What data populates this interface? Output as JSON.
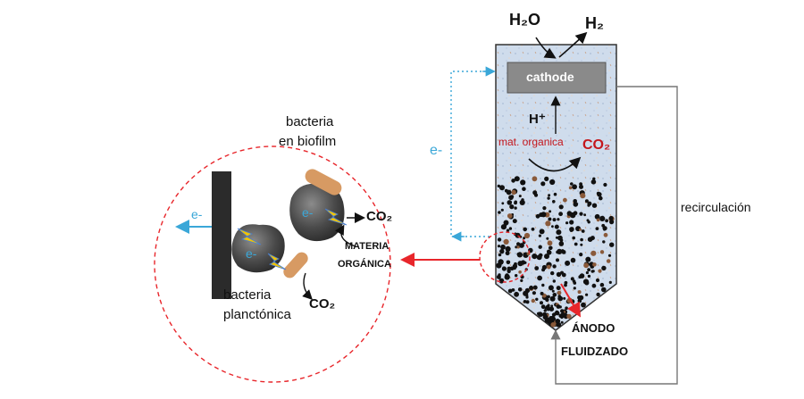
{
  "reactor": {
    "h2o": "H₂O",
    "h2": "H₂",
    "cathode_label": "cathode",
    "h_plus": "H⁺",
    "organic_matter": "mat. organica",
    "co2_top": "CO₂",
    "electron_top": "e-",
    "recirculation": "recirculación",
    "anode_line1": "ÁNODO",
    "anode_line2": "FLUIDZADO"
  },
  "zoom": {
    "bacteria_biofilm_line1": "bacteria",
    "bacteria_biofilm_line2": "en biofilm",
    "electron_out": "e-",
    "electron_particle_1": "e-",
    "electron_particle_2": "e-",
    "co2_biofilm": "CO₂",
    "materia_line1": "MATERIA",
    "materia_line2": "ORGÁNICA",
    "bacteria_planktonic_line1": "bacteria",
    "bacteria_planktonic_line2": "planctónica",
    "co2_planktonic": "CO₂"
  },
  "colors": {
    "electron": "#3aa7d8",
    "highlight": "#e8262b",
    "cathode": "#8a8a8a",
    "bacteria": "#d79a63"
  }
}
